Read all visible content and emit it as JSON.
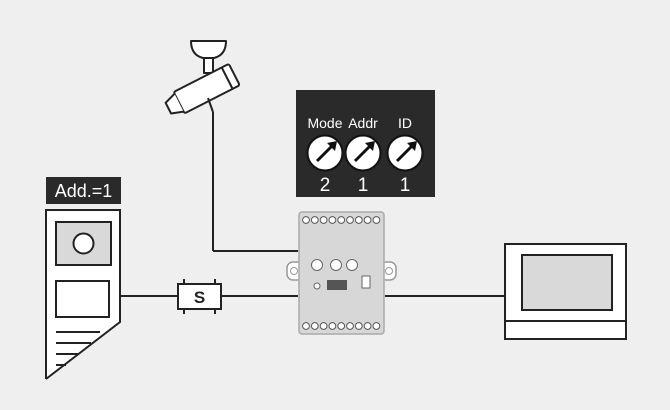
{
  "diagram": {
    "colors": {
      "background": "#efefef",
      "line": "#222222",
      "panel": "#2a2a2a",
      "panel_text": "#ffffff",
      "device_fill": "#ffffff",
      "module_fill": "#d7d7d7",
      "screen_fill": "#d9d9d9"
    },
    "door_station": {
      "address_label": "Add.=1"
    },
    "splitter": {
      "label": "S"
    },
    "dip_panel": {
      "switches": [
        {
          "name": "Mode",
          "value": "2"
        },
        {
          "name": "Addr",
          "value": "1"
        },
        {
          "name": "ID",
          "value": "1"
        }
      ]
    },
    "icons": [
      "cctv-camera-icon",
      "door-station-icon",
      "monitor-icon",
      "splitter-icon",
      "decoder-module-icon"
    ]
  }
}
